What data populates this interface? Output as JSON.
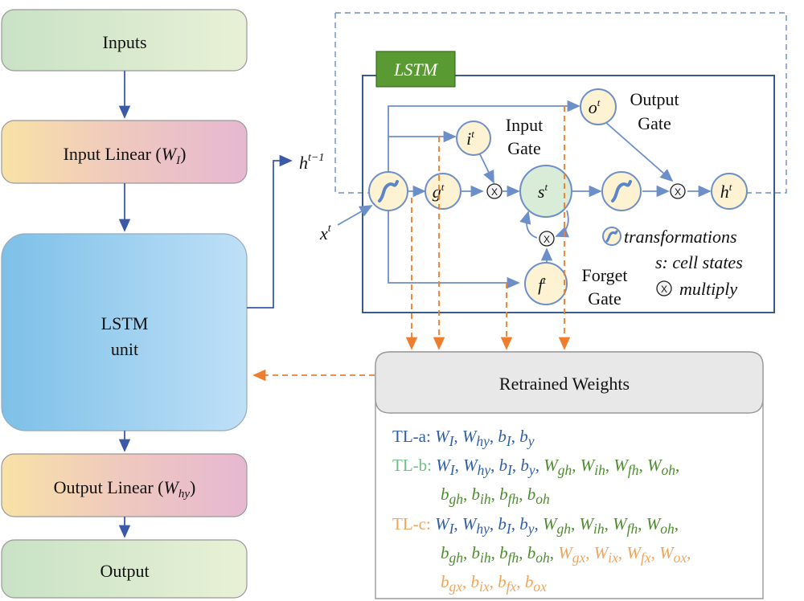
{
  "left_column": {
    "inputs": "Inputs",
    "input_linear_prefix": "Input Linear (",
    "input_linear_var": "W",
    "input_linear_sub": "I",
    "input_linear_suffix": ")",
    "lstm_line1": "LSTM",
    "lstm_line2": "unit",
    "output_linear_prefix": "Output Linear (",
    "output_linear_var": "W",
    "output_linear_sub": "hy",
    "output_linear_suffix": ")",
    "output": "Output"
  },
  "lstm_diagram": {
    "title": "LSTM",
    "h_prev_base": "h",
    "h_prev_sup": "t−1",
    "x_base": "x",
    "x_sup": "t",
    "i_node": "i",
    "g_node": "g",
    "s_node": "s",
    "f_node": "f",
    "o_node": "o",
    "h_node": "h",
    "sup_t": "t",
    "multiply_symbol": "X",
    "input_gate_line1": "Input",
    "input_gate_line2": "Gate",
    "output_gate_line1": "Output",
    "output_gate_line2": "Gate",
    "forget_gate_line1": "Forget",
    "forget_gate_line2": "Gate",
    "legend_transformations": "transformations",
    "legend_cell_states": "s: cell states",
    "legend_multiply": "multiply"
  },
  "retrained": {
    "header": "Retrained Weights",
    "tl_a_label": "TL-a:",
    "tl_b_label": "TL-b:",
    "tl_c_label": "TL-c:"
  },
  "colors": {
    "tl_a": "#2f5fa8",
    "tl_b": "#4e8d2e",
    "tl_c": "#f0a55a",
    "orange_arrows": "#ee7d2e",
    "lstm_title_bg": "#5a9a32"
  }
}
